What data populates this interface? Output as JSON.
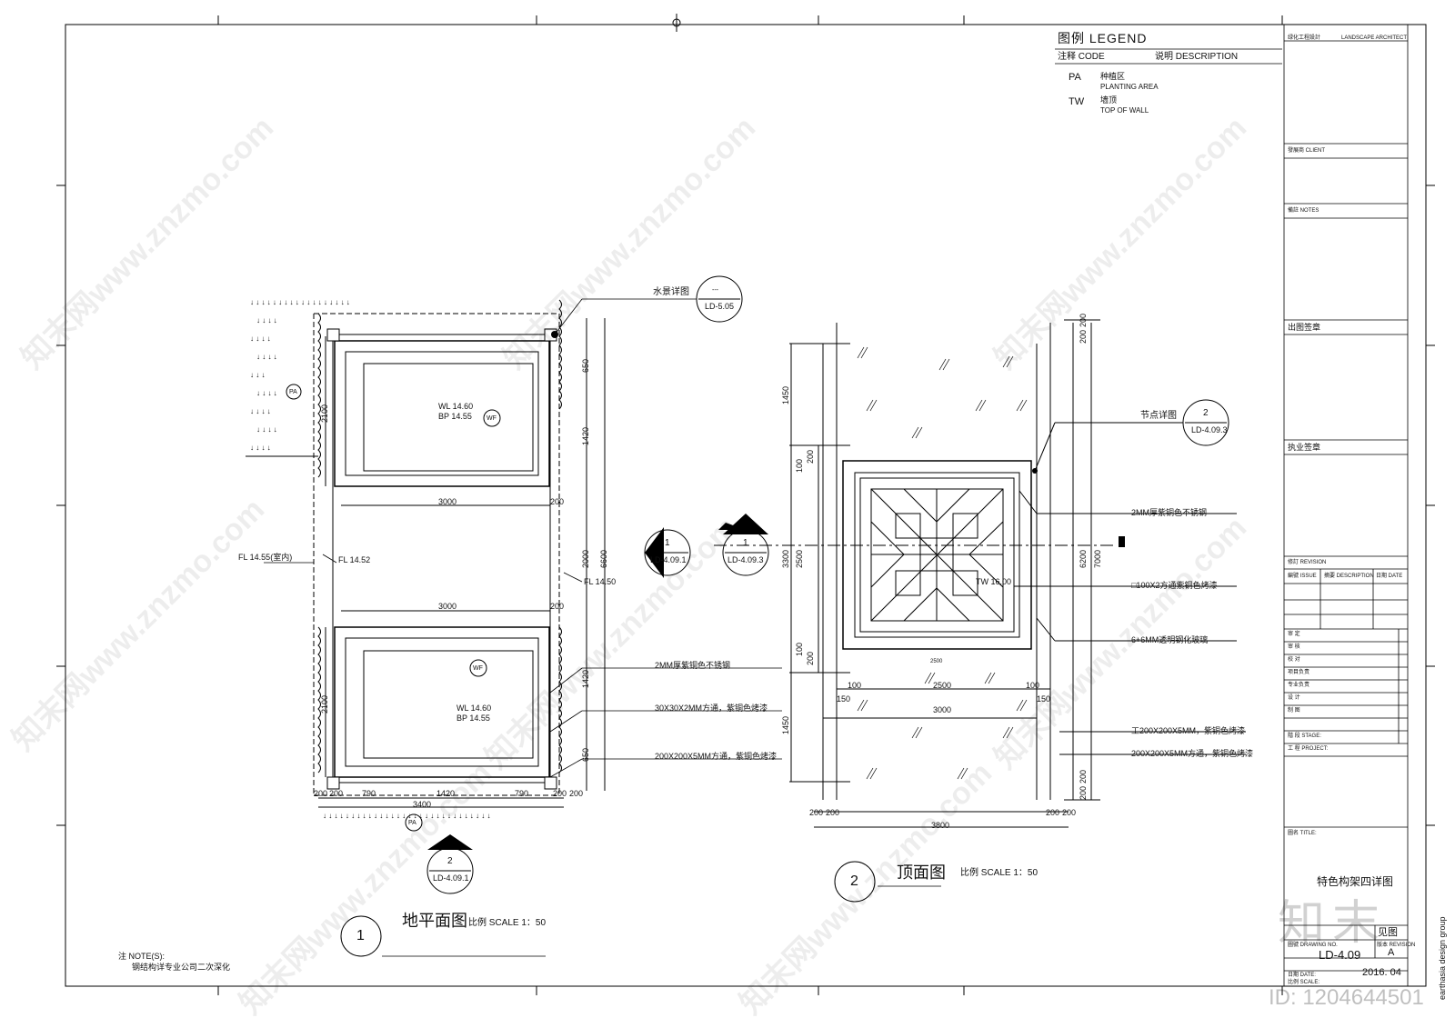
{
  "legend": {
    "title": "图例  LEGEND",
    "code_label": "注释 CODE",
    "desc_label": "说明  DESCRIPTION",
    "items": [
      {
        "code": "PA",
        "cn": "种植区",
        "en": "PLANTING AREA"
      },
      {
        "code": "TW",
        "cn": "墙顶",
        "en": "TOP OF WALL"
      }
    ]
  },
  "title_block": {
    "architect": "绿化工程設計",
    "architect_en": "LANDSCAPE ARCHITECT",
    "client": "發展商  CLIENT",
    "notes": "備註   NOTES",
    "issue_sign": "出图签章",
    "practice_sign": "执业签章",
    "revision": "修訂   REVISION",
    "rev_cols": [
      "編號 ISSUE",
      "摘要  DESCRIPTION",
      "日期 DATE"
    ],
    "roles": [
      "审  定",
      "审  核",
      "校  对",
      "项目负责",
      "专业负责",
      "设  计",
      "制  图"
    ],
    "stage": "階  段  STAGE:",
    "project": "工  程  PROJECT:",
    "title_label": "圖名  TITLE:",
    "drawing_title": "特色构架四详图",
    "see": "见图",
    "drawing_no_label": "圖號 DRAWING NO.",
    "revision_label": "版本 REVISION",
    "drawing_no": "LD-4.09",
    "revision_value": "A",
    "date_label": "日期  DATE:",
    "date_value": "2016. 04",
    "scale_label": "比例 SCALE:",
    "firm": "earthasia design group"
  },
  "plan": {
    "number": "1",
    "title": "地平面图",
    "scale": "比例  SCALE 1：50",
    "dims": [
      "3000",
      "3000",
      "3400",
      "790",
      "1420",
      "790",
      "200",
      "200",
      "200",
      "200",
      "200",
      "200",
      "650",
      "1420",
      "2000",
      "1420",
      "650",
      "6600",
      "2100",
      "2100"
    ],
    "pa": "PA",
    "wf": "WF",
    "wl1": "WL 14.60",
    "bp1": "BP 14.55",
    "wl2": "WL 14.60",
    "bp2": "BP 14.55",
    "fl_indoor": "FL 14.55(室内)",
    "fl1": "FL 14.52",
    "fl2": "FL 14.50",
    "water_detail": "水景详图",
    "water_ref": "LD-5.05",
    "water_ref_top": "---",
    "note1": "2MM厚紫铜色不锈钢",
    "note2": "30X30X2MM方通，紫铜色烤漆",
    "note3": "200X200X5MM方通，紫铜色烤漆",
    "sec_bottom_num": "2",
    "sec_bottom_ref": "LD-4.09.1",
    "sec_right_num": "1",
    "sec_right_ref": "LD-4.09.1"
  },
  "roof": {
    "number": "2",
    "title": "顶面图",
    "scale": "比例  SCALE 1：50",
    "dims_h": [
      "100",
      "2500",
      "100",
      "150",
      "150",
      "3000",
      "200",
      "200",
      "3800",
      "200",
      "200"
    ],
    "dims_v": [
      "1450",
      "100",
      "200",
      "2500",
      "3300",
      "100",
      "200",
      "1450",
      "6200",
      "7000",
      "200",
      "200",
      "200",
      "200"
    ],
    "tw": "TW 16.00",
    "node_detail": "节点详图",
    "node_num": "2",
    "node_ref": "LD-4.09.3",
    "sec_left_num": "1",
    "sec_left_ref": "LD-4.09.3",
    "note1": "2MM厚紫铜色不锈钢",
    "note2": "□100X2方通紫铜色烤漆",
    "note3": "6+6MM透明钢化玻璃",
    "note4": "工200X200X5MM，紫铜色烤漆",
    "note5": "200X200X5MM方通，紫铜色烤漆",
    "small": "2500"
  },
  "notes": {
    "title": "注    NOTE(S):",
    "line": "钢结构详专业公司二次深化"
  },
  "watermark": {
    "brand": "知末",
    "id": "ID: 1204644501",
    "site": "知末网www.znzmo.com"
  }
}
